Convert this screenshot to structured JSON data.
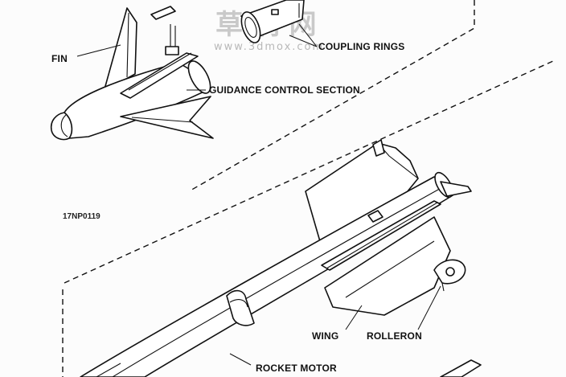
{
  "labels": {
    "fin": "FIN",
    "coupling_rings": "COUPLING RINGS",
    "guidance_control_section": "GUIDANCE CONTROL SECTION",
    "figure_code": "17NP0119",
    "wing": "WING",
    "rolleron": "ROLLERON",
    "rocket_motor": "ROCKET MOTOR"
  },
  "watermark": {
    "characters": "草 洞 网",
    "url": "www.3dmox.com"
  }
}
